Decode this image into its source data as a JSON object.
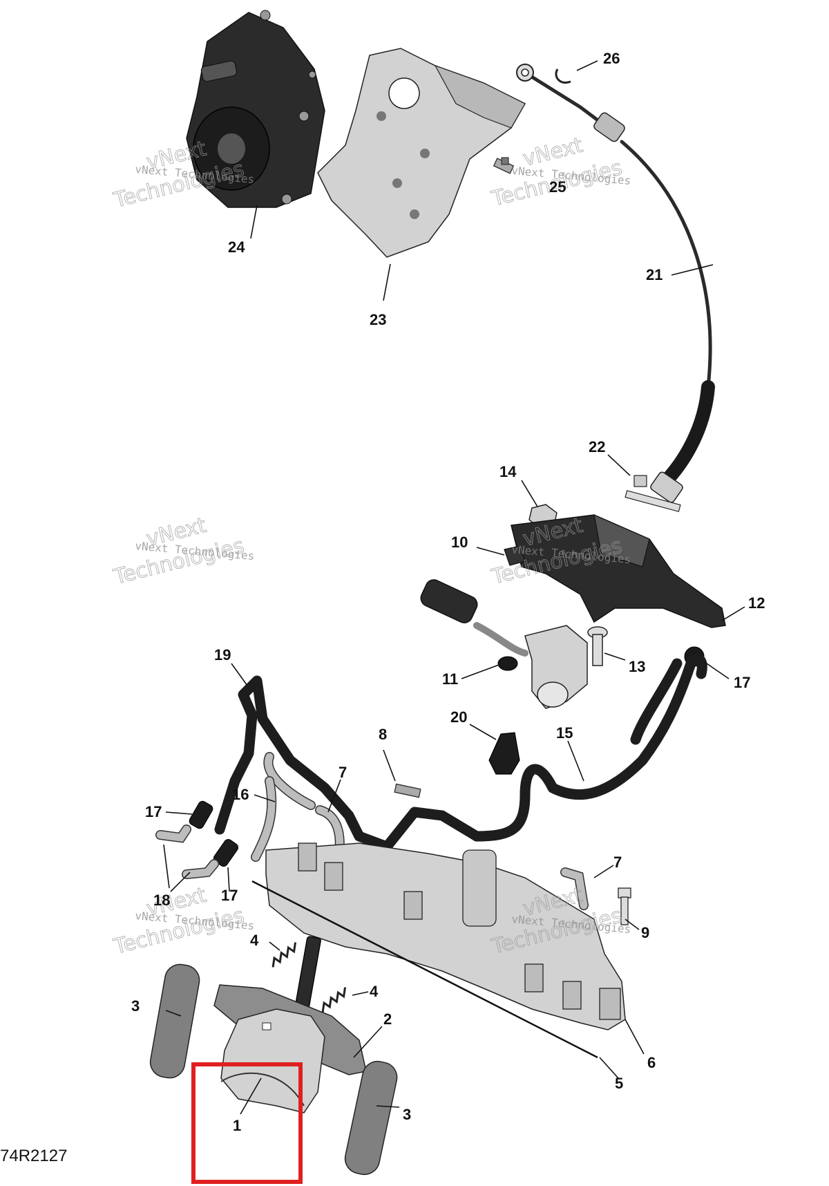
{
  "diagram": {
    "reference_code": "74R2127",
    "watermark": {
      "line1": "vNext Technologies",
      "line2_outline": "vNext",
      "line3_outline": "Technologies"
    },
    "callouts": {
      "c1": "1",
      "c2": "2",
      "c3a": "3",
      "c3b": "3",
      "c4a": "4",
      "c4b": "4",
      "c5": "5",
      "c6": "6",
      "c7a": "7",
      "c7b": "7",
      "c8": "8",
      "c9": "9",
      "c10": "10",
      "c11": "11",
      "c12": "12",
      "c13": "13",
      "c14": "14",
      "c15": "15",
      "c16": "16",
      "c17a": "17",
      "c17b": "17",
      "c17c": "17",
      "c18": "18",
      "c19": "19",
      "c20": "20",
      "c21": "21",
      "c22": "22",
      "c23": "23",
      "c24": "24",
      "c25": "25",
      "c26": "26"
    },
    "highlight_color": "#e02020"
  }
}
